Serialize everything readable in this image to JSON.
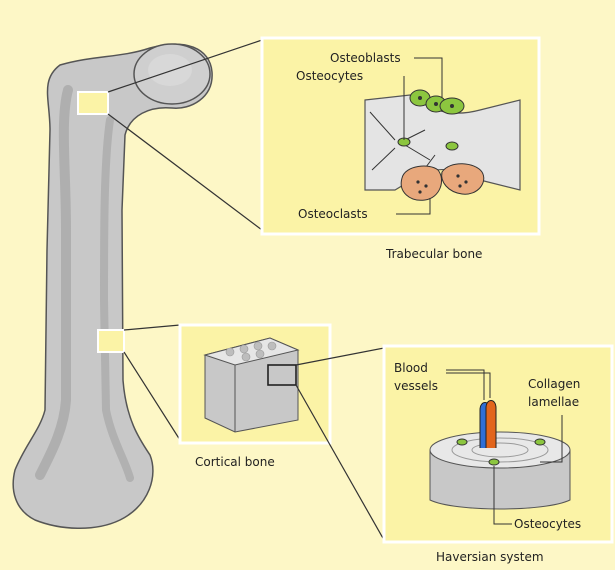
{
  "labels": {
    "osteoblasts": "Osteoblasts",
    "osteocytes_trabecular": "Osteocytes",
    "osteoclasts": "Osteoclasts",
    "trabecular_bone": "Trabecular bone",
    "cortical_bone": "Cortical bone",
    "blood_vessels_line1": "Blood",
    "blood_vessels_line2": "vessels",
    "collagen_line1": "Collagen",
    "collagen_line2": "lamellae",
    "osteocytes_haversian": "Osteocytes",
    "haversian_system": "Haversian system"
  },
  "colors": {
    "background": "#fdf7c6",
    "panel": "#fbf3a6",
    "bone": "#c8c8c8",
    "bone_dark": "#9a9a9a",
    "bone_outline": "#555555",
    "osteoblast": "#8cc63f",
    "osteoclast": "#e8a87c",
    "vessel_blue": "#2f6fd6",
    "vessel_orange": "#e2651c"
  }
}
